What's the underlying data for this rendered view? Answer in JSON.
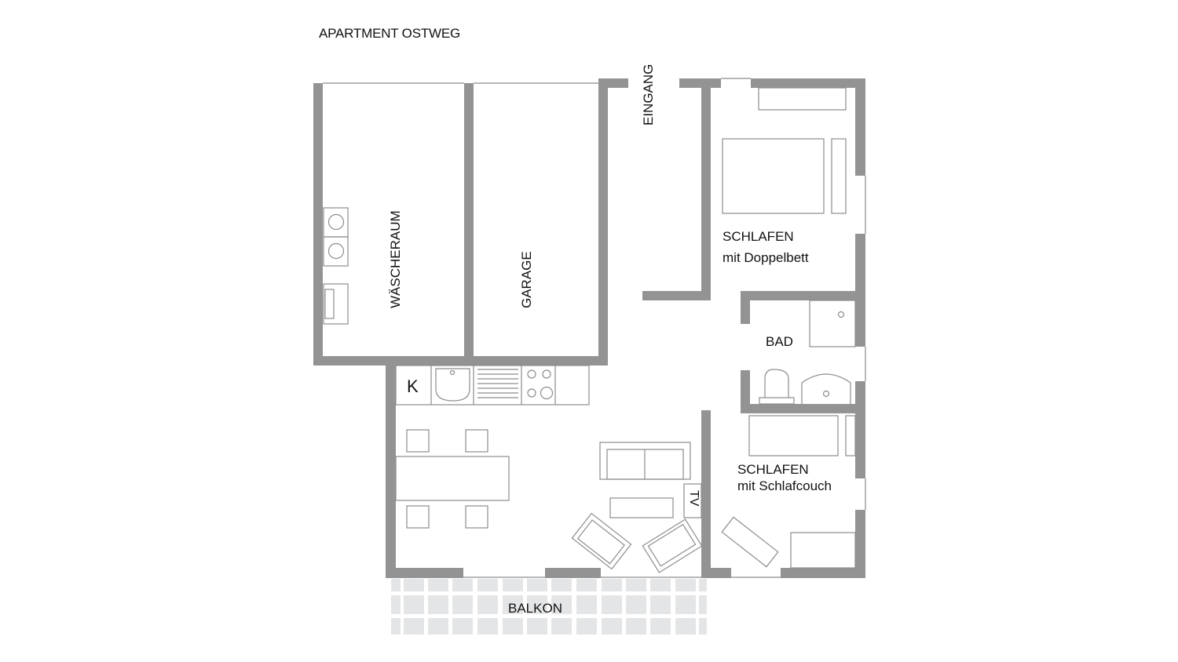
{
  "plan": {
    "title": "APARTMENT OSTWEG",
    "colors": {
      "wall": "#939393",
      "line": "#8c8c8c",
      "balcony_tile": "#e4e5e6",
      "text": "#111111"
    }
  },
  "rooms": {
    "waescheraum": "WÄSCHERAUM",
    "garage": "GARAGE",
    "eingang": "EINGANG",
    "schlafen1_title": "SCHLAFEN",
    "schlafen1_sub": "mit Doppelbett",
    "bad": "BAD",
    "schlafen2_title": "SCHLAFEN",
    "schlafen2_sub": "mit Schlafcouch",
    "kitchen": "K",
    "tv": "TV",
    "balkon": "BALKON"
  }
}
